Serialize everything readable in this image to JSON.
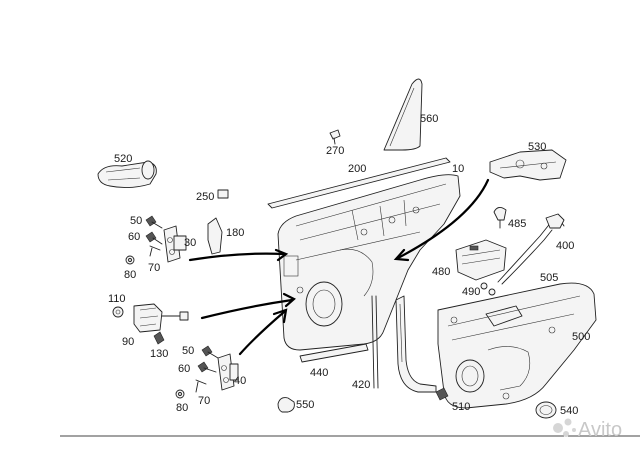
{
  "part_numbers": {
    "p10": "10",
    "p30": "30",
    "p40": "40",
    "p50a": "50",
    "p50b": "50",
    "p60a": "60",
    "p60b": "60",
    "p70a": "70",
    "p70b": "70",
    "p80a": "80",
    "p80b": "80",
    "p90": "90",
    "p110": "110",
    "p130": "130",
    "p180": "180",
    "p200": "200",
    "p250": "250",
    "p270": "270",
    "p400": "400",
    "p420": "420",
    "p440": "440",
    "p480": "480",
    "p485": "485",
    "p490": "490",
    "p500": "500",
    "p505": "505",
    "p510": "510",
    "p520": "520",
    "p530": "530",
    "p540": "540",
    "p550": "550",
    "p560": "560"
  },
  "watermark": {
    "text": "Avito",
    "icon": "avito-dots-icon"
  },
  "colors": {
    "line": "#222222",
    "arrow": "#000000",
    "watermark": "#c8c8c8",
    "background": "#ffffff"
  }
}
